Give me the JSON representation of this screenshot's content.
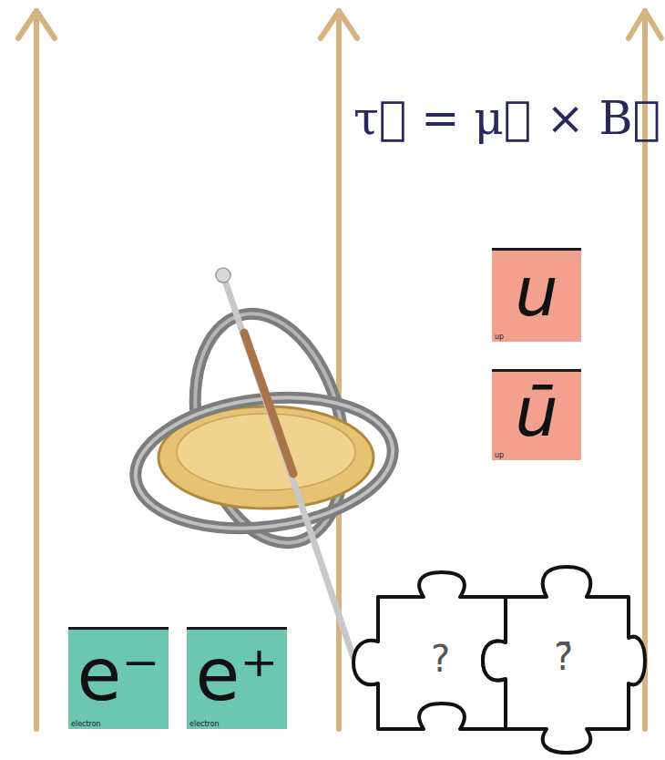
{
  "diagram": {
    "nodes": [
      {
        "text": [
          "u",
          "up"
        ]
      },
      {
        "text": [
          "ū",
          "up"
        ]
      },
      {
        "text": [
          "e⁻",
          "electron"
        ]
      },
      {
        "text": [
          "e⁺",
          "electron"
        ]
      },
      {
        "text": [
          "?"
        ]
      },
      {
        "text": [
          "?̄"
        ]
      }
    ],
    "labels": [
      "τ⃗ = μ⃗ × B⃗"
    ]
  }
}
